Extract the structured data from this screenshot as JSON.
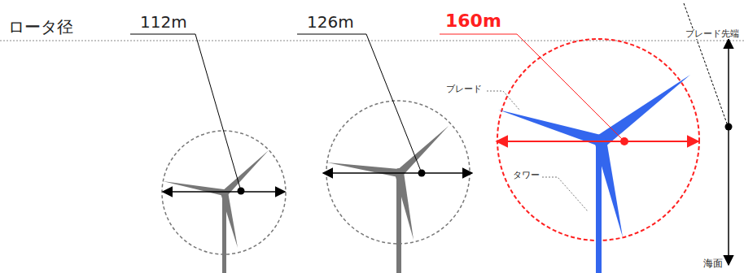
{
  "diagram": {
    "labels": [
      "ロータ径",
      "112m",
      "126m",
      "160m",
      "ブレード先端",
      "ブレード",
      "タワー",
      "海面"
    ]
  }
}
